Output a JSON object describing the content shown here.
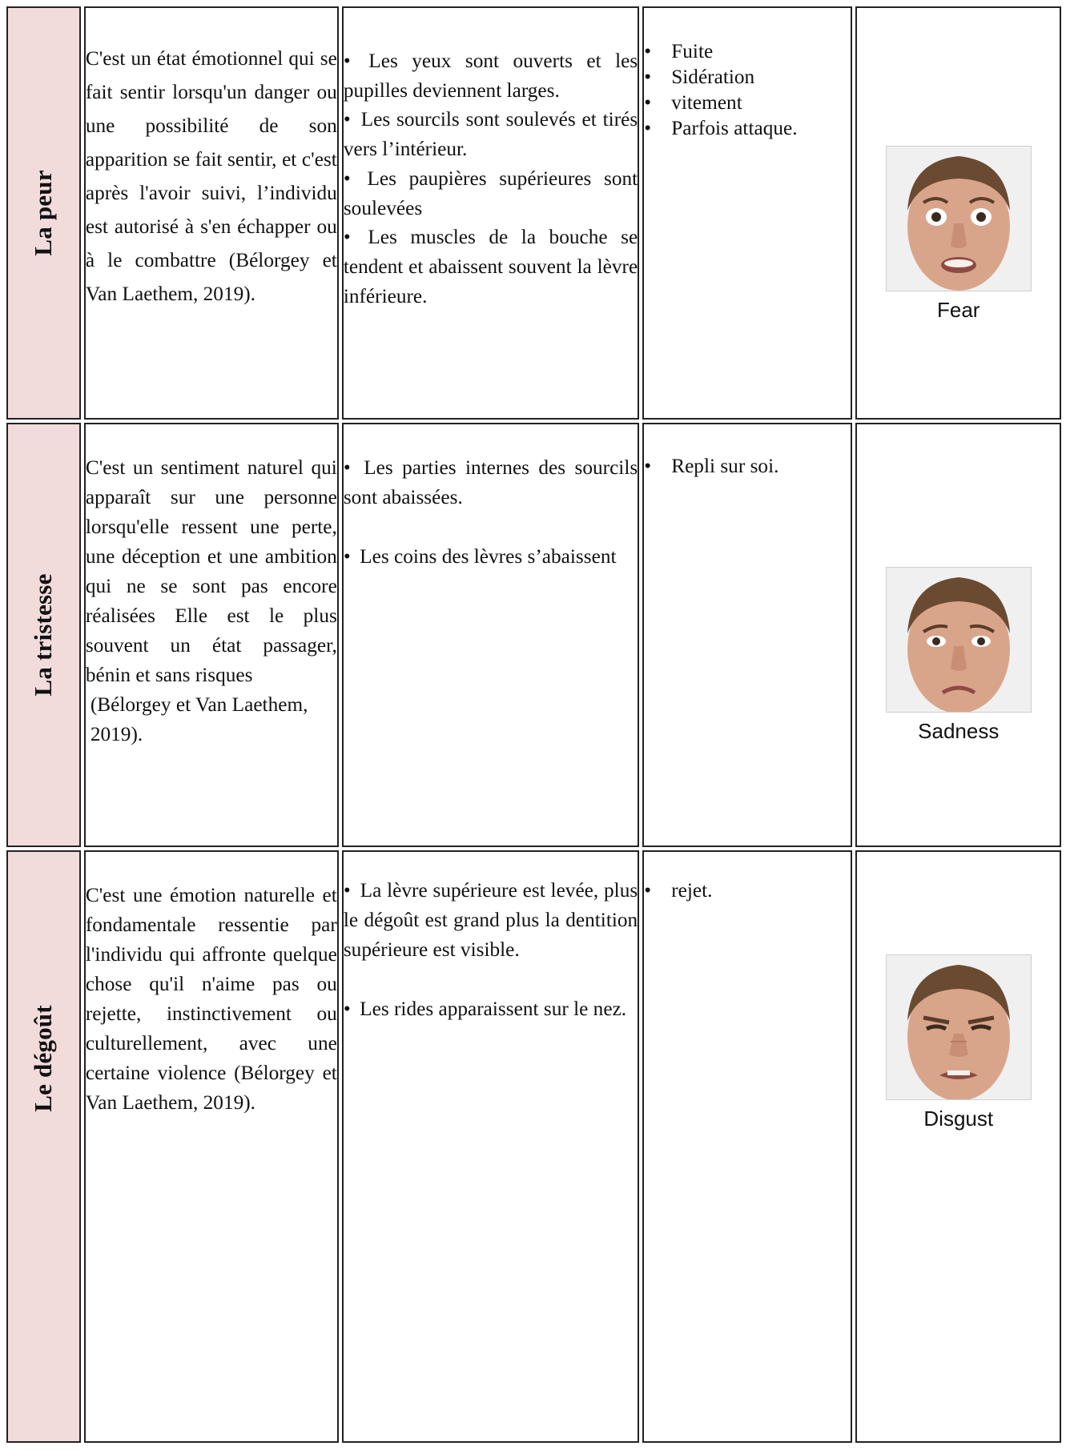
{
  "rows": [
    {
      "emotion": "La peur",
      "definition": "C'est un état émotionnel qui se fait sentir lorsqu'un danger ou une possibilité de son apparition se fait sentir, et c'est après l'avoir suivi, l’individu est autorisé à s'en échapper ou à le combattre (Bélorgey et Van Laethem, 2019).",
      "features": [
        "Les yeux sont ouverts et les pupilles deviennent larges.",
        "Les sourcils sont soulevés et tirés vers l’intérieur.",
        "Les paupières supérieures sont soulevées",
        "Les muscles de la bouche se tendent et abaissent souvent la lèvre inférieure."
      ],
      "reactions": [
        "Fuite",
        "Sidération",
        "vitement",
        "Parfois attaque."
      ],
      "image_caption": "Fear"
    },
    {
      "emotion": "La tristesse",
      "definition": "C'est un sentiment naturel qui apparaît sur une personne lorsqu'elle ressent une perte, une déception et une ambition qui ne se sont pas encore réalisées Elle est le plus souvent un état passager, bénin et sans risques",
      "definition_citation": "(Bélorgey et Van Laethem, 2019).",
      "features": [
        "Les parties internes des sourcils sont abaissées.",
        "Les coins des lèvres s’abaissent"
      ],
      "reactions": [
        "Repli sur soi."
      ],
      "image_caption": "Sadness"
    },
    {
      "emotion": "Le dégoût",
      "definition": "C'est une émotion naturelle et fondamentale ressentie par l'individu qui affronte quelque chose qu'il n'aime pas ou rejette, instinctivement ou culturellement, avec une certaine violence (Bélorgey et Van Laethem, 2019).",
      "features": [
        "La lèvre supérieure est levée, plus le dégoût est grand plus la dentition supérieure est visible.",
        "Les rides apparaissent sur le nez."
      ],
      "reactions": [
        "rejet."
      ],
      "image_caption": "Disgust"
    }
  ],
  "colors": {
    "name_cell_bg": "#f2dbdb",
    "border": "#222222"
  }
}
